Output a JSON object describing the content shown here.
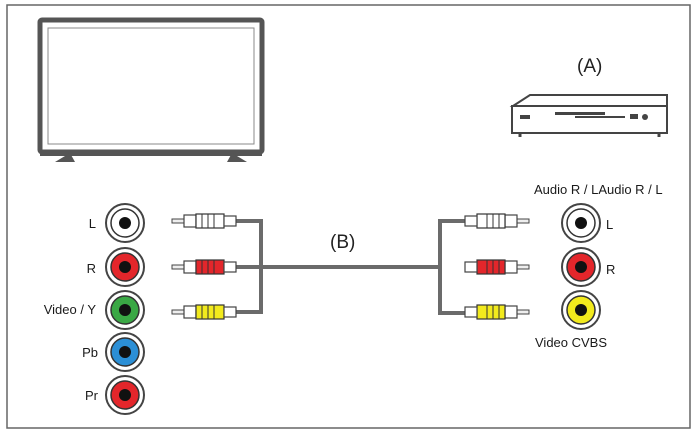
{
  "device_label": "(A)",
  "cable_label": "(B)",
  "tv_ports": [
    {
      "label": "L",
      "color": "#ffffff"
    },
    {
      "label": "R",
      "color": "#e3262b"
    },
    {
      "label": "Video / Y",
      "color": "#3aa845"
    },
    {
      "label": "Pb",
      "color": "#2b8fd6"
    },
    {
      "label": "Pr",
      "color": "#e3262b"
    }
  ],
  "device_audio_heading": "Audio R / LAudio R / L",
  "device_ports": [
    {
      "label": "L",
      "color": "#ffffff"
    },
    {
      "label": "R",
      "color": "#e3262b"
    },
    {
      "label": "Video CVBS",
      "color": "#f2ea1d"
    }
  ],
  "plug_colors": [
    "#ffffff",
    "#e3262b",
    "#f2ea1d"
  ],
  "cable_color": "#6b6b6b"
}
